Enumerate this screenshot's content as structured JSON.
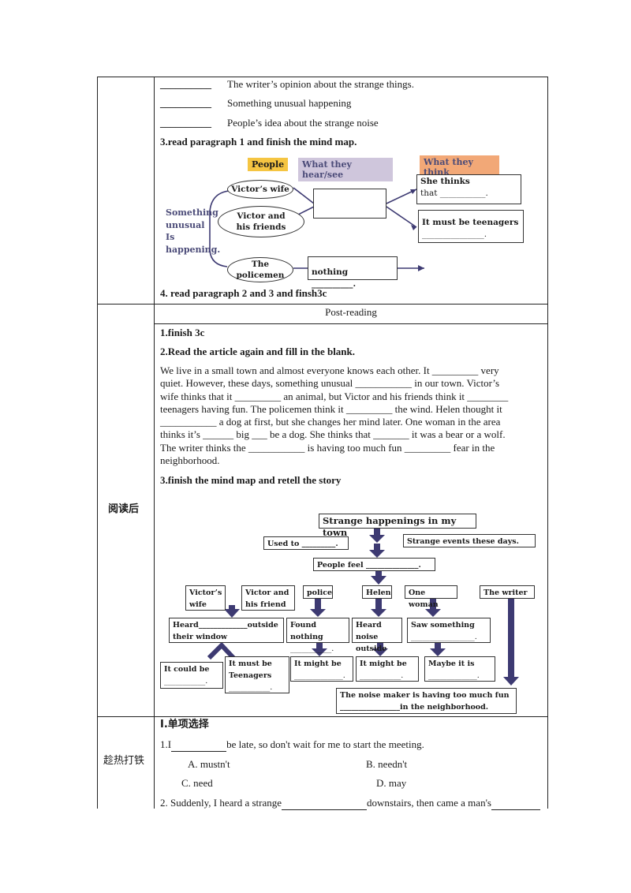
{
  "top_section": {
    "items": [
      {
        "blank": "__________",
        "text": "The writer’s opinion about the strange things."
      },
      {
        "blank": "__________",
        "text": "Something unusual happening"
      },
      {
        "blank": "__________",
        "text": "People’s idea about the strange noise"
      }
    ],
    "task3": "3.read paragraph 1 and finish the mind map.",
    "task4": "4. read paragraph 2 and 3 and finsh3c",
    "mindmap1": {
      "col_people": "People",
      "col_hear": "What they hear/see",
      "col_think": "What they think",
      "colors": {
        "people": "#f5c542",
        "hear": "#cfc6dc",
        "think": "#f2a877",
        "label": "#4b4b78"
      },
      "root": [
        "Something",
        "unusual",
        "Is",
        "happening."
      ],
      "victors_wife": "Victor’s wife",
      "victor_friends": [
        "Victor and",
        "his friends"
      ],
      "policemen": "The policemen",
      "she_thinks": "She thinks",
      "that": "that ___________.",
      "teenagers": "It must be teenagers",
      "teen_blank": "_______________.",
      "nothing": "nothing __________."
    }
  },
  "post": {
    "side_label": "阅读后",
    "header": "Post-reading",
    "task1": "1.finish 3c",
    "task2": "2.Read the article again and fill in the blank.",
    "paragraph": [
      "We live in a small town and almost everyone knows each other. It _________ very",
      "quiet. However, these days, something unusual ___________ in our town. Victor’s",
      "wife thinks that it _________ an animal, but Victor and his friends think it ________",
      "teenagers having fun. The policemen think it _________ the wind. Helen thought it",
      "___________ a dog at first, but she changes her mind later. One woman in the area",
      "thinks it’s ______ big ___ be a dog. She thinks that _______ it was a bear or a wolf.",
      "The writer thinks the ___________ is having too much fun _________ fear in the",
      "neighborhood."
    ],
    "task3": "3.finish the mind map and retell the story",
    "mindmap2": {
      "title": "Strange happenings in my town",
      "used_to": "Used to _________.",
      "strange_events": "Strange events these days.",
      "people_feel": "People feel ______________.",
      "victors_wife": [
        "Victor’s",
        "wife"
      ],
      "victor_friend": [
        "Victor and",
        "his friend"
      ],
      "police": "police",
      "helen": "Helen",
      "one_woman": "One woman",
      "writer": "The writer",
      "heard_window": [
        "Heard_____________outside",
        "their window"
      ],
      "found_nothing": [
        "Found nothing",
        "___________."
      ],
      "heard_noise": [
        "Heard noise",
        "outside"
      ],
      "saw_something": [
        "Saw something",
        "_________________."
      ],
      "could_be": [
        "It could be",
        "___________."
      ],
      "must_be": [
        "It must be",
        "Teenagers",
        "___________."
      ],
      "might_be1": [
        "It might be",
        "_____________."
      ],
      "might_be2": [
        "It might be",
        "___________."
      ],
      "maybe": [
        "Maybe it is",
        "_____________."
      ],
      "noise_maker": [
        "The noise maker is having too much fun",
        "________________in the neighborhood."
      ],
      "arrow_color": "#3d3a72"
    }
  },
  "exercise": {
    "side_label": "趁热打铁",
    "section": "I.单项选择",
    "q1_pre": "1.I",
    "q1_post": "be late, so don't wait for me to start the meeting.",
    "options": {
      "a": "A. mustn't",
      "b": "B. needn't",
      "c": "C. need",
      "d": "D. may"
    },
    "q2_pre": "2.  Suddenly,  I  heard  a  strange",
    "q2_post": "downstairs,  then  came  a  man's"
  }
}
